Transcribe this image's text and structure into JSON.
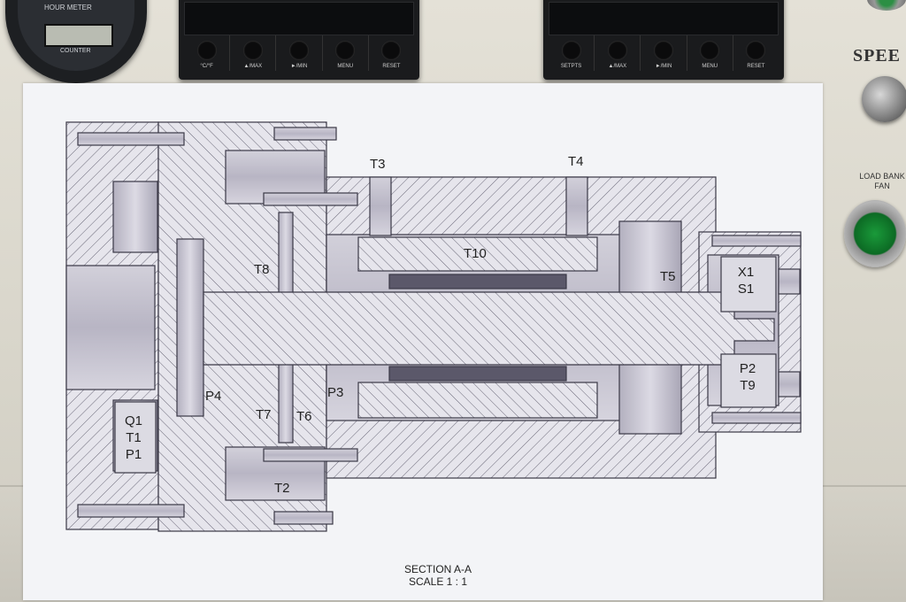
{
  "hour_meter": {
    "title": "HOUR METER",
    "counter_label": "COUNTER"
  },
  "controller_left": {
    "buttons": [
      "°C/°F",
      "▲/MAX",
      "►/MIN",
      "MENU",
      "RESET"
    ]
  },
  "controller_right": {
    "buttons": [
      "SETPTS",
      "▲/MAX",
      "►/MIN",
      "MENU",
      "RESET"
    ]
  },
  "speed_label": "SPEE",
  "load_bank_label": "LOAD BANK FAN",
  "drawing": {
    "labels": {
      "t3": "T3",
      "t4": "T4",
      "t10": "T10",
      "t8": "T8",
      "t5": "T5",
      "x1": "X1",
      "s1": "S1",
      "p2": "P2",
      "t9": "T9",
      "p4": "P4",
      "p3": "P3",
      "t7": "T7",
      "t6": "T6",
      "t2": "T2",
      "q1": "Q1",
      "t1": "T1",
      "p1": "P1"
    },
    "caption_line1": "SECTION  A-A",
    "caption_line2": "SCALE 1 : 1"
  },
  "colors": {
    "indicator_green": "#1a9a3a",
    "hatch": "#6a6878",
    "part_fill": "#c9c6d3"
  }
}
